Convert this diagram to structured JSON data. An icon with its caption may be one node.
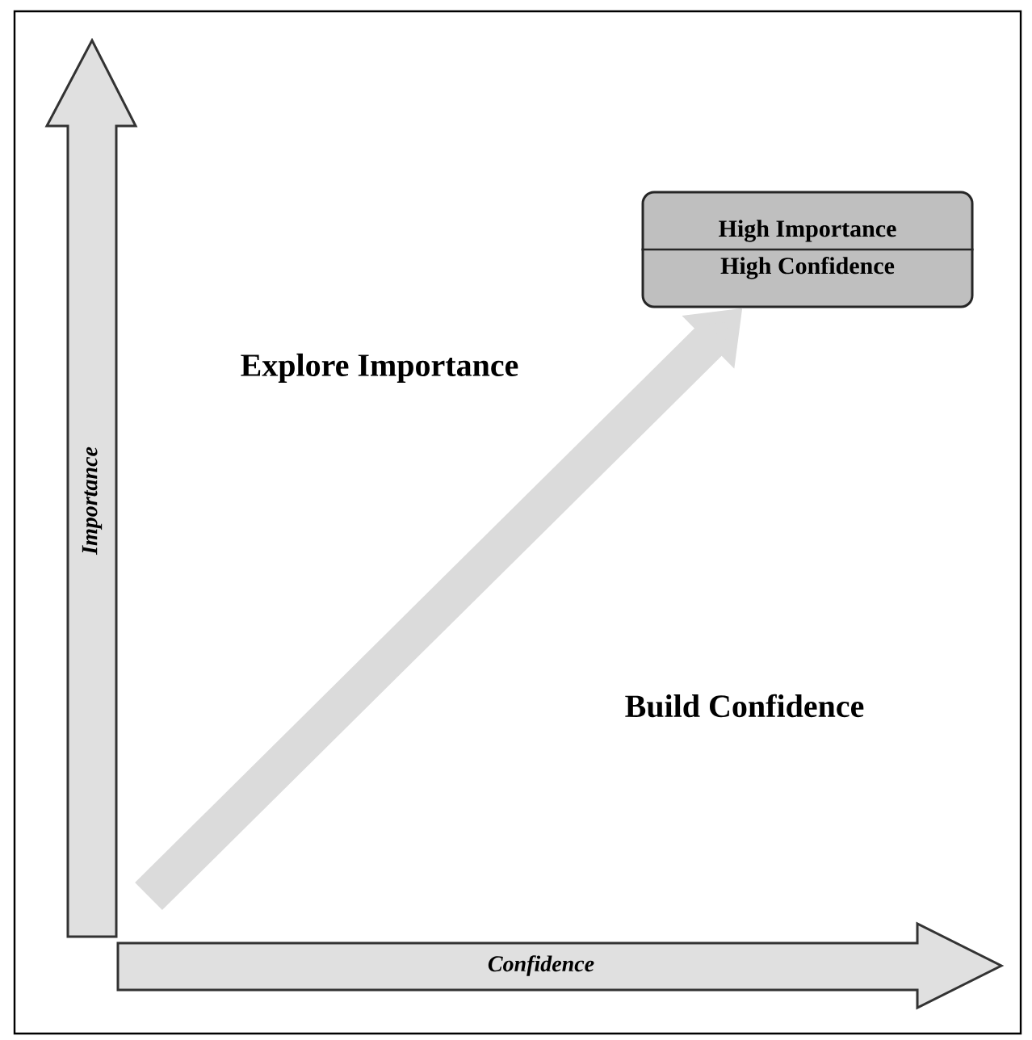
{
  "diagram": {
    "nodes": [
      {
        "text": [
          "Importance"
        ]
      },
      {
        "text": [
          "Confidence"
        ]
      },
      {
        "text": [
          "High Importance",
          "High Confidence"
        ]
      }
    ],
    "edges": [
      {
        "from": null,
        "to": 2,
        "arrow": "to"
      }
    ],
    "labels": [
      "Explore Importance",
      "Build Confidence"
    ]
  }
}
